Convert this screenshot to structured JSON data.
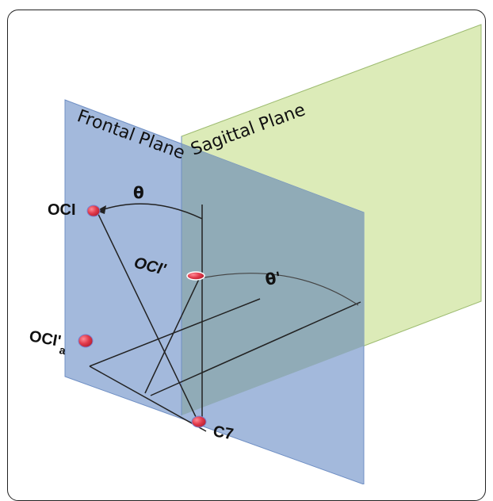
{
  "planes": {
    "frontal": "Frontal Plane",
    "sagittal": "Sagittal Plane"
  },
  "points": {
    "oci": "OCI",
    "oci_prime": "OCI'",
    "oci_prime_a_main": "OCI'",
    "oci_prime_a_sub": "a",
    "c7": "C7"
  },
  "angles": {
    "theta": "θ",
    "theta_prime": "θ'"
  },
  "colors": {
    "frontal_plane": "#9fb6db",
    "sagittal_plane": "#dcebb8",
    "overlap": "#8fa9b4",
    "point_red": "#e0394a"
  }
}
